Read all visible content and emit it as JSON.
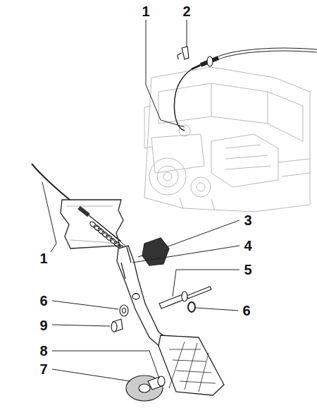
{
  "diagram": {
    "labels": [
      "1",
      "2",
      "3",
      "4",
      "1",
      "5",
      "6",
      "6",
      "9",
      "8",
      "7"
    ]
  }
}
